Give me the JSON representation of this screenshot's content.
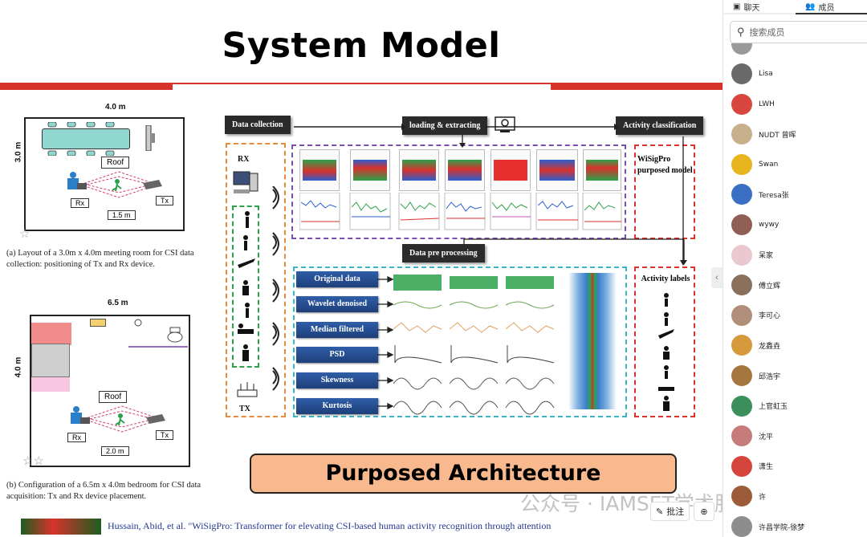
{
  "slide": {
    "title": "System Model",
    "room1": {
      "width_label": "4.0 m",
      "height_label": "3.0 m",
      "roof": "Roof",
      "rx": "Rx",
      "tx": "Tx",
      "distance": "1.5 m",
      "caption": "(a) Layout of a 3.0m x 4.0m meeting room for CSI data collection: positioning of Tx and Rx device."
    },
    "room2": {
      "width_label": "6.5 m",
      "height_label": "4.0 m",
      "roof": "Roof",
      "rx": "Rx",
      "tx": "Tx",
      "distance": "2.0 m",
      "caption": "(b) Configuration of a 6.5m x 4.0m bedroom for CSI data acquisition: Tx and Rx device placement."
    },
    "diagram": {
      "data_collection": "Data collection",
      "loading_extracting": "loading & extracting",
      "activity_classification": "Activity classification",
      "rx": "RX",
      "tx": "TX",
      "model_line1": "WiSigPro",
      "model_line2": "purposed model",
      "preprocessing": "Data pre processing",
      "activity_labels": "Activity labels",
      "steps": [
        "Original data",
        "Wavelet denoised",
        "Median filtered",
        "PSD",
        "Skewness",
        "Kurtosis"
      ]
    },
    "architecture_label": "Purposed Architecture",
    "reference": "Hussain, Abid, et al. \"WiSigPro: Transformer for elevating CSI-based human activity recognition through attention",
    "watermark": "公众号 · IAMSET学术服务",
    "annotate_button": "批注"
  },
  "panel": {
    "tabs": [
      "聊天",
      "成员"
    ],
    "search_placeholder": "搜索成员",
    "members": [
      {
        "name": "Lisa",
        "color": "#6a6a6a"
      },
      {
        "name": "LWH",
        "color": "#d9463f"
      },
      {
        "name": "NUDT 曾晖",
        "color": "#c9b08d"
      },
      {
        "name": "Swan",
        "color": "#e8b51f"
      },
      {
        "name": "Teresa张",
        "color": "#3a6fc4"
      },
      {
        "name": "wywy",
        "color": "#8f5f55"
      },
      {
        "name": "呆家",
        "color": "#e9c9cf"
      },
      {
        "name": "傅立辉",
        "color": "#8a6f5a"
      },
      {
        "name": "李可心",
        "color": "#b08e7a"
      },
      {
        "name": "龙鑫垚",
        "color": "#d59a3c"
      },
      {
        "name": "邱浩宇",
        "color": "#a5773e"
      },
      {
        "name": "上官虹玉",
        "color": "#3b8f5a"
      },
      {
        "name": "沈平",
        "color": "#c77c7c"
      },
      {
        "name": "潇生",
        "color": "#d5453b"
      },
      {
        "name": "许",
        "color": "#9c5c3a"
      },
      {
        "name": "许昌学院-徐梦",
        "color": "#8d8d8d"
      }
    ]
  }
}
